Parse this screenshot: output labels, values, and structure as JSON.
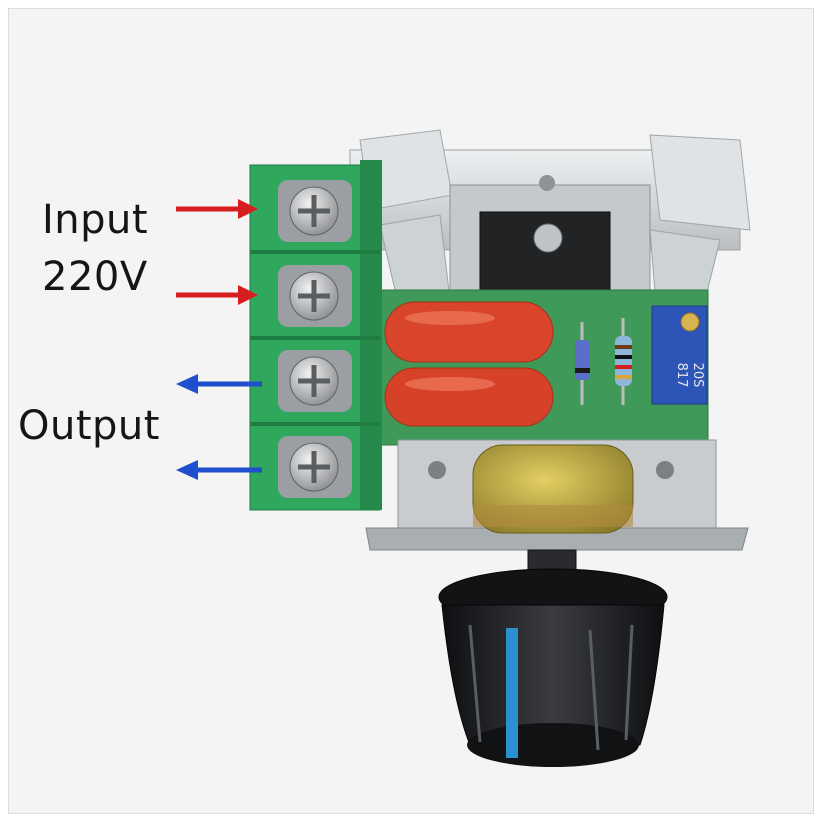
{
  "labels": {
    "input": "Input",
    "voltage": "220V",
    "output": "Output"
  },
  "arrows": [
    {
      "role": "input-1",
      "direction": "right",
      "color": "#d71e1e"
    },
    {
      "role": "input-2",
      "direction": "right",
      "color": "#d71e1e"
    },
    {
      "role": "output-1",
      "direction": "left",
      "color": "#1f4fcc"
    },
    {
      "role": "output-2",
      "direction": "left",
      "color": "#1f4fcc"
    }
  ],
  "components": {
    "potentiometer_marking_1": "20S",
    "potentiometer_marking_2": "817"
  },
  "colors": {
    "terminal_block": "#2fa85e",
    "heatsink": "#d4d8da",
    "pcb": "#3f9a5a",
    "capacitor": "#d8452a",
    "trimmer": "#2d55b8",
    "knob": "#1b1c1f",
    "knob_stripe": "#2b8fd0"
  }
}
